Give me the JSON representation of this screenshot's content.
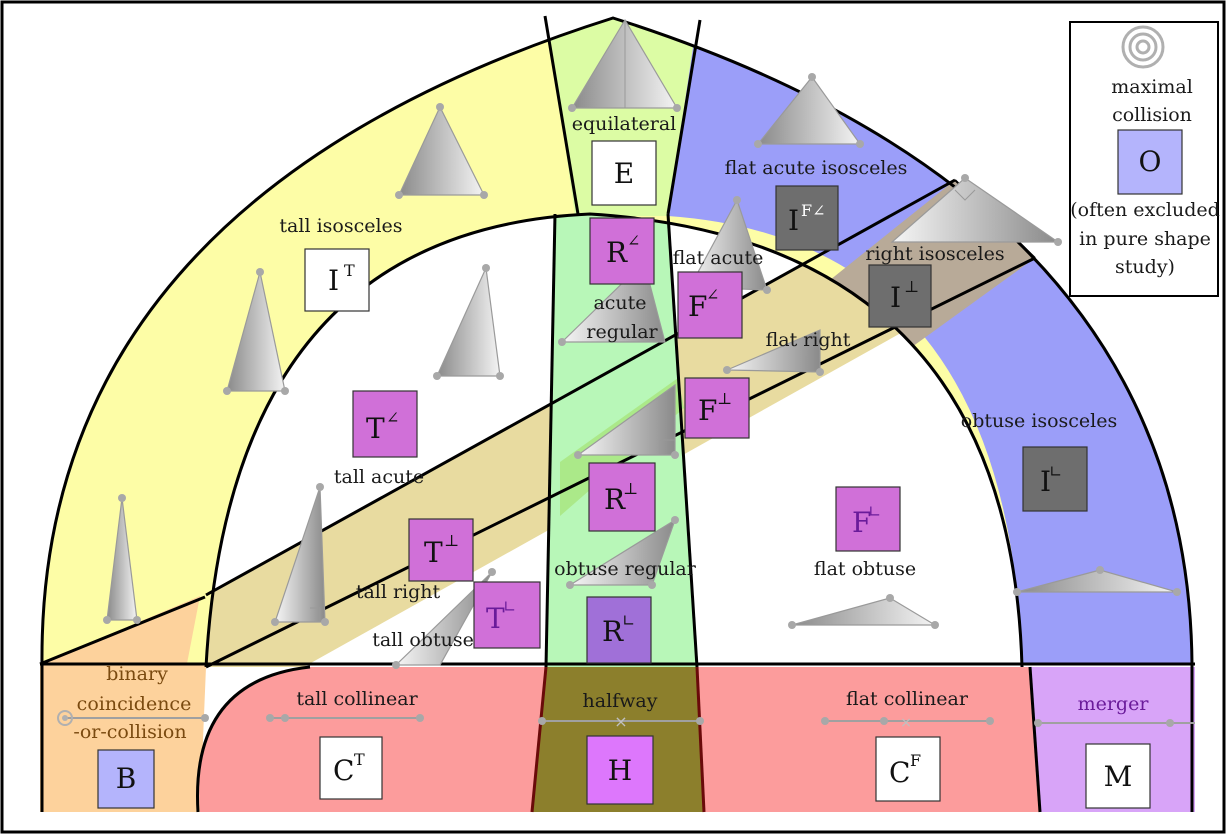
{
  "regions": {
    "tall_isosceles": "tall isosceles",
    "equilateral": "equilateral",
    "flat_acute_isosceles": "flat acute isosceles",
    "maximal_collision": [
      "maximal",
      "collision"
    ],
    "often_excluded": [
      "(often excluded",
      "in pure shape",
      "study)"
    ],
    "right_isosceles": "right isosceles",
    "flat_acute": "flat acute",
    "acute_regular": [
      "acute",
      "regular"
    ],
    "flat_right": "flat right",
    "tall_acute": "tall acute",
    "obtuse_isosceles": "obtuse isosceles",
    "tall_right": "tall right",
    "obtuse_regular": "obtuse regular",
    "flat_obtuse": "flat obtuse",
    "tall_obtuse": "tall obtuse",
    "binary": [
      "binary",
      "coincidence",
      "-or-collision"
    ],
    "tall_collinear": "tall collinear",
    "halfway": "halfway",
    "flat_collinear": "flat collinear",
    "merger": "merger"
  },
  "codes": {
    "I_T": {
      "base": "I",
      "sup": "T"
    },
    "E": {
      "base": "E"
    },
    "I_F_acute": {
      "base": "I",
      "sup": "F∠"
    },
    "O": {
      "base": "O"
    },
    "R_acute": {
      "base": "R",
      "sup": "∠"
    },
    "F_acute": {
      "base": "F",
      "sup": "∠"
    },
    "I_right": {
      "base": "I",
      "sup": "⊥"
    },
    "F_right": {
      "base": "F",
      "sup": "⊥"
    },
    "T_acute": {
      "base": "T",
      "sup": "∠"
    },
    "R_right": {
      "base": "R",
      "sup": "⊥"
    },
    "I_obtuse": {
      "base": "I",
      "sup": "∟"
    },
    "F_obtuse": {
      "base": "F",
      "sup": "∟"
    },
    "T_right": {
      "base": "T",
      "sup": "⊥"
    },
    "T_obtuse": {
      "base": "T",
      "sup": "∟"
    },
    "R_obtuse": {
      "base": "R",
      "sup": "∟"
    },
    "B": {
      "base": "B"
    },
    "C_T": {
      "base": "C",
      "sup": "T"
    },
    "H": {
      "base": "H"
    },
    "C_F": {
      "base": "C",
      "sup": "F"
    },
    "M": {
      "base": "M"
    }
  },
  "colors": {
    "yellow": "#fdfda6",
    "light_green": "#dcfca4",
    "blue": "#9b9ef9",
    "tan": "#e8dba0",
    "brown_gray": "#b8aa98",
    "green": "#b8f7b8",
    "peach": "#fdd29c",
    "salmon": "#fc9c9c",
    "olive": "#8c7f2c",
    "lavender": "#d8a4f8",
    "magenta_box": "#d070d8",
    "violet_box": "#a070d8",
    "gray_box": "#6e6e6e",
    "pale_blue_box": "#b4b4fc",
    "h_box": "#dd77fc"
  }
}
